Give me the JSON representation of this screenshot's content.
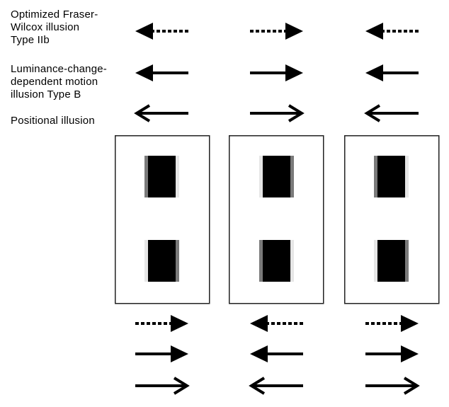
{
  "labels": [
    "Optimized Fraser-\nWilcox illusion\nType IIb",
    "Luminance-change-\ndependent motion\nillusion Type B",
    "Positional illusion"
  ],
  "arrow_styles": [
    "dashed-filled-head",
    "solid-filled-head",
    "solid-open-head"
  ],
  "top_arrow_directions": [
    "left",
    "right",
    "left"
  ],
  "bottom_arrow_directions": [
    "right",
    "left",
    "right"
  ],
  "panels": [
    {
      "top_square": {
        "left_edge": "dark",
        "right_edge": "light"
      },
      "bottom_square": {
        "left_edge": "light",
        "right_edge": "dark"
      }
    },
    {
      "top_square": {
        "left_edge": "light",
        "right_edge": "dark"
      },
      "bottom_square": {
        "left_edge": "dark",
        "right_edge": "light"
      }
    },
    {
      "top_square": {
        "left_edge": "dark",
        "right_edge": "light"
      },
      "bottom_square": {
        "left_edge": "light",
        "right_edge": "dark"
      }
    }
  ],
  "colors": {
    "square": "#000000",
    "dark_edge": "#7a7a7a",
    "light_edge": "#e6e6e6",
    "frame": "#222222",
    "arrow": "#000000"
  }
}
